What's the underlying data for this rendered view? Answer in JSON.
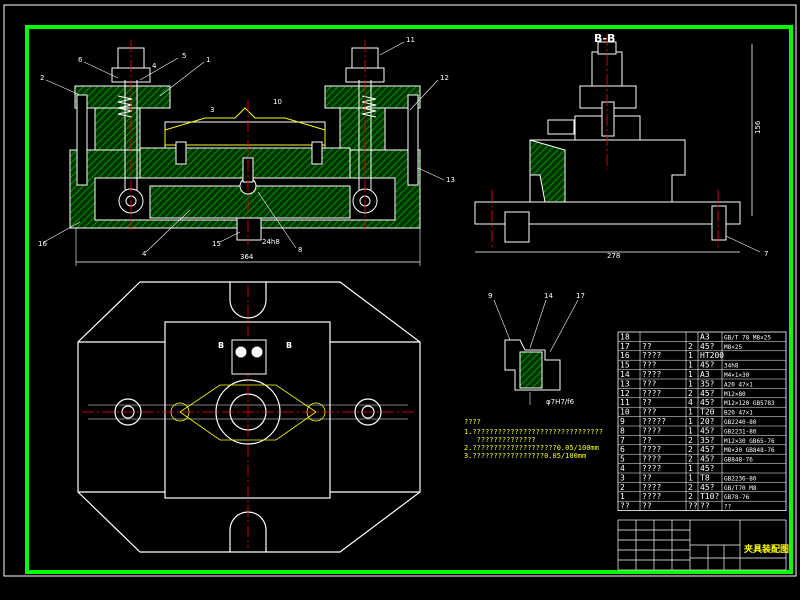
{
  "colors": {
    "background": "#000000",
    "frame": "#00ff00",
    "outline": "#ffffff",
    "hatch": "#00aa00",
    "centerline": "#ff0000",
    "annotation": "#ffff00"
  },
  "views": {
    "front": {
      "width_dim": "364",
      "tolerance_label": "24h8",
      "callouts": [
        "6",
        "5",
        "4",
        "3",
        "2",
        "1",
        "10",
        "11",
        "12",
        "13",
        "15",
        "16",
        "4",
        "8"
      ]
    },
    "section": {
      "title": "B-B",
      "width_dim": "278",
      "height_dim": "156",
      "callouts": [
        "7"
      ]
    },
    "top": {
      "section_marks": [
        "B",
        "B"
      ]
    },
    "detail": {
      "callouts": [
        "9",
        "14",
        "17"
      ],
      "fit_label": "φ7H7/f6"
    }
  },
  "notes": {
    "heading": "????",
    "lines": [
      "1.???????????????????????????????",
      "   ??????????????",
      "2.????????????????????0.05/100mm",
      "3.?????????????????0.05/100mm"
    ]
  },
  "parts_table": {
    "rows": [
      {
        "no": "18",
        "name": "",
        "qty": "",
        "mat": "A3",
        "std": "GB/T 78 M8×25"
      },
      {
        "no": "17",
        "name": "??",
        "qty": "2",
        "mat": "45?",
        "std": "M8×25"
      },
      {
        "no": "16",
        "name": "????",
        "qty": "1",
        "mat": "HT200",
        "std": ""
      },
      {
        "no": "15",
        "name": "???",
        "qty": "1",
        "mat": "45?",
        "std": "34h8"
      },
      {
        "no": "14",
        "name": "????",
        "qty": "1",
        "mat": "A3",
        "std": "M4×1×30"
      },
      {
        "no": "13",
        "name": "???",
        "qty": "1",
        "mat": "35?",
        "std": "A20 47×1"
      },
      {
        "no": "12",
        "name": "????",
        "qty": "2",
        "mat": "45?",
        "std": "M12×80"
      },
      {
        "no": "11",
        "name": "??",
        "qty": "4",
        "mat": "45?",
        "std": "M12×120 GB5783"
      },
      {
        "no": "10",
        "name": "???",
        "qty": "1",
        "mat": "T20",
        "std": "B20 47×1"
      },
      {
        "no": "9",
        "name": "?????",
        "qty": "1",
        "mat": "20?",
        "std": "GB2240-80"
      },
      {
        "no": "8",
        "name": "????",
        "qty": "1",
        "mat": "45?",
        "std": "GB2231-80"
      },
      {
        "no": "7",
        "name": "??",
        "qty": "2",
        "mat": "35?",
        "std": "M12×30 GB65-76"
      },
      {
        "no": "6",
        "name": "????",
        "qty": "2",
        "mat": "45?",
        "std": "M8×30 GB848-76"
      },
      {
        "no": "5",
        "name": "????",
        "qty": "2",
        "mat": "45?",
        "std": "GB848-76"
      },
      {
        "no": "4",
        "name": "????",
        "qty": "1",
        "mat": "45?",
        "std": ""
      },
      {
        "no": "3",
        "name": "??",
        "qty": "1",
        "mat": "T8",
        "std": "GB2236-80"
      },
      {
        "no": "2",
        "name": "????",
        "qty": "2",
        "mat": "45?",
        "std": "GB/T70 M8"
      },
      {
        "no": "1",
        "name": "????",
        "qty": "2",
        "mat": "T10?",
        "std": "GB78-76"
      },
      {
        "no": "??",
        "name": "??",
        "qty": "??",
        "mat": "??",
        "std": "??"
      }
    ]
  },
  "title_block": {
    "title": "夹具装配图"
  }
}
